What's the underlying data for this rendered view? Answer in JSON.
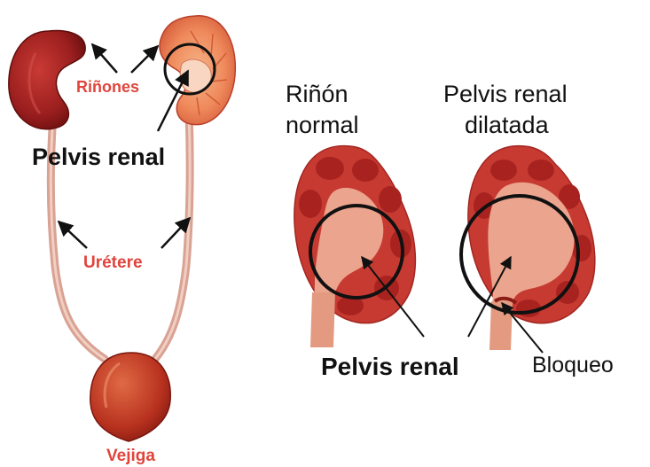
{
  "labels": {
    "kidneys": "Riñones",
    "renal_pelvis_left": "Pelvis renal",
    "ureter": "Urétere",
    "bladder": "Vejiga",
    "normal_kidney_line1": "Riñón",
    "normal_kidney_line2": "normal",
    "dilated_line1": "Pelvis renal",
    "dilated_line2": "dilatada",
    "renal_pelvis_bottom": "Pelvis renal",
    "blockage": "Bloqueo"
  },
  "colors": {
    "kidney_dark": "#8f1a1a",
    "kidney_mid": "#c0392b",
    "cortex": "#d94b3a",
    "pelvis_pink": "#e9a88f",
    "ureter_pink": "#e7b3a0",
    "label_red": "#e0443c"
  }
}
